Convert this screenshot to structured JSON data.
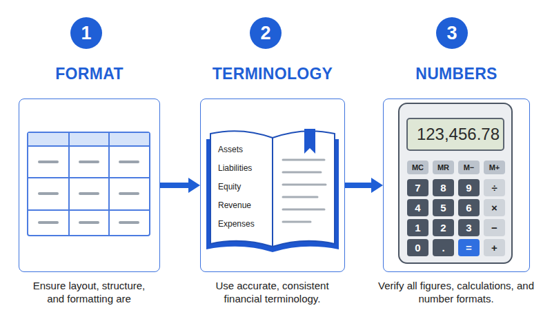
{
  "diagram": {
    "nodes": [
      {
        "text": [
          "1"
        ]
      },
      {
        "text": [
          "FORMAT",
          "Ensure layout, structure, and formatting are"
        ]
      },
      {
        "text": [
          "2"
        ]
      },
      {
        "text": [
          "TERMINOLOGY",
          "Use accurate, consistent financial terminology."
        ]
      },
      {
        "text": [
          "3"
        ]
      },
      {
        "text": [
          "NUMBERS",
          "Verify all figures, calculations, and number formats."
        ]
      }
    ],
    "edges": [
      {
        "from": 1,
        "to": 3,
        "arrow": "to"
      },
      {
        "from": 3,
        "to": 5,
        "arrow": "to"
      }
    ],
    "labels": [
      "Assets",
      "Liabilities",
      "Equity",
      "Revenue",
      "Expenses",
      "123,456.78",
      "MC",
      "MR",
      "M−",
      "M+",
      "7",
      "8",
      "9",
      "÷",
      "4",
      "5",
      "6",
      "×",
      "1",
      "2",
      "3",
      "−",
      "0",
      ".",
      "=",
      "+"
    ]
  }
}
